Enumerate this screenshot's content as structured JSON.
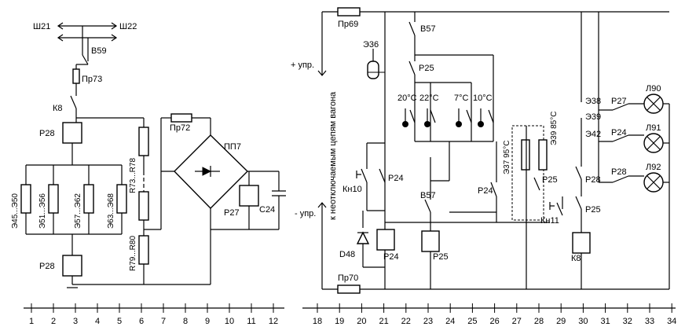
{
  "left": {
    "bus_top": "Ш21",
    "bus_bottom": "Ш22",
    "switch_b59": "В59",
    "fuse_pr73": "Пр73",
    "contact_k8": "К8",
    "relay_p28_top": "Р28",
    "relay_p28_bottom": "Р28",
    "heater_1": "Э45...Э50",
    "heater_2": "Э51...Э56",
    "heater_3": "Э57...Э62",
    "heater_4": "Э63...Э68",
    "res_r78": "R73...R78",
    "res_r80": "R79...R80",
    "fuse_pr72": "Пр72",
    "bridge_pp7": "ПП7",
    "relay_p27": "Р27",
    "cap_c24": "С24"
  },
  "right": {
    "plus_label": "+ упр.",
    "minus_label": "- упр.",
    "vertical_label": "к неотключаемым цепям вагона",
    "fuse_pr69": "Пр69",
    "fuse_pr70": "Пр70",
    "e36": "Э36",
    "b57_top": "В57",
    "b57_bottom": "В57",
    "p25_top": "Р25",
    "t20": "20°C",
    "t22": "22°C",
    "t7": "7°C",
    "t10": "10°C",
    "e37": "Э37 95°C",
    "e39": "Э39 85°C",
    "p25_mid": "Р25",
    "p24_left": "Р24",
    "p24_mid": "Р24",
    "kn10": "Кн10",
    "d48": "D48",
    "p24_coil": "Р24",
    "p25_coil": "Р25",
    "e38": "Э38",
    "e39b": "Э39",
    "e42": "Э42",
    "p28_r": "Р28",
    "p25_r": "Р25",
    "kn11": "Кн11",
    "k8_coil": "К8",
    "p27_l": "Р27",
    "p24_l": "Р24",
    "p28_l": "Р28",
    "l90": "Л90",
    "l91": "Л91",
    "l92": "Л92"
  },
  "scale": {
    "ticks": [
      "1",
      "2",
      "3",
      "4",
      "5",
      "6",
      "7",
      "8",
      "9",
      "10",
      "11",
      "12",
      "18",
      "19",
      "20",
      "21",
      "22",
      "23",
      "24",
      "25",
      "26",
      "27",
      "28",
      "29",
      "30",
      "31",
      "32",
      "33",
      "34"
    ]
  }
}
